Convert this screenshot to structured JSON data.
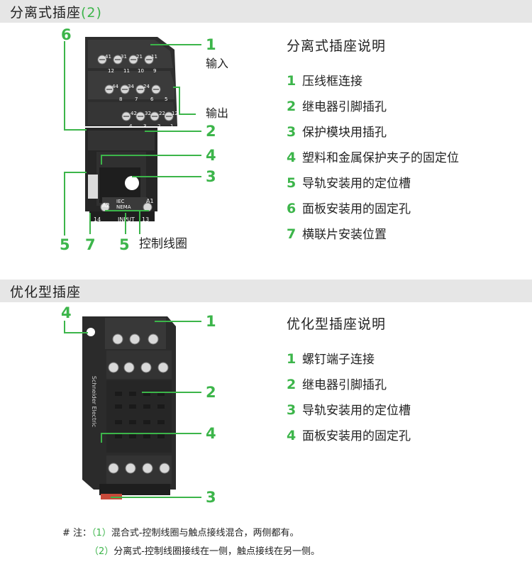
{
  "section1": {
    "title": "分离式插座",
    "title_suffix": "(2)",
    "desc_title": "分离式插座说明",
    "items": [
      {
        "num": "1",
        "text": "压线框连接"
      },
      {
        "num": "2",
        "text": "继电器引脚插孔"
      },
      {
        "num": "3",
        "text": "保护模块用插孔"
      },
      {
        "num": "4",
        "text": "塑料和金属保护夹子的固定位"
      },
      {
        "num": "5",
        "text": "导轨安装用的定位槽"
      },
      {
        "num": "6",
        "text": "面板安装用的固定孔"
      },
      {
        "num": "7",
        "text": "横联片安装位置"
      }
    ],
    "callouts": {
      "c6": "6",
      "c1": "1",
      "c2": "2",
      "c4": "4",
      "c3": "3",
      "c5a": "5",
      "c7": "7",
      "c5b": "5"
    },
    "labels": {
      "input": "输入",
      "output": "输出",
      "coil": "控制线圈"
    },
    "device_text": {
      "a2": "A2",
      "a1": "A1",
      "iec": "IEC",
      "nema": "NEMA",
      "bottom_left": "14",
      "bottom_mid": "INPUT",
      "bottom_right": "13",
      "t1": "41",
      "t2": "31",
      "t3": "21",
      "t4": "11",
      "t5": "12",
      "t6": "11",
      "t7": "10",
      "t8": "9",
      "t9": "44",
      "t10": "34",
      "t11": "24",
      "t12": "8",
      "t13": "7",
      "t14": "6",
      "t15": "5",
      "t16": "42",
      "t17": "32",
      "t18": "22",
      "t19": "12",
      "t20": "4",
      "t21": "3",
      "t22": "2",
      "t23": "1"
    }
  },
  "section2": {
    "title": "优化型插座",
    "desc_title": "优化型插座说明",
    "items": [
      {
        "num": "1",
        "text": "螺钉端子连接"
      },
      {
        "num": "2",
        "text": "继电器引脚插孔"
      },
      {
        "num": "3",
        "text": "导轨安装用的定位槽"
      },
      {
        "num": "4",
        "text": "面板安装用的固定孔"
      }
    ],
    "callouts": {
      "c4": "4",
      "c1": "1",
      "c2": "2",
      "c4b": "4",
      "c3": "3"
    },
    "side_text": "Schneider Electric"
  },
  "notes": {
    "prefix": "# 注：",
    "n1_num": "（1）",
    "n1_text": "混合式-控制线圈与触点接线混合，两侧都有。",
    "n2_num": "（2）",
    "n2_text": "分离式-控制线圈接线在一侧，触点接线在另一侧。"
  },
  "colors": {
    "accent": "#3cb54a",
    "section_bar": "#e6e6e6",
    "device": "#2b2b2b"
  }
}
